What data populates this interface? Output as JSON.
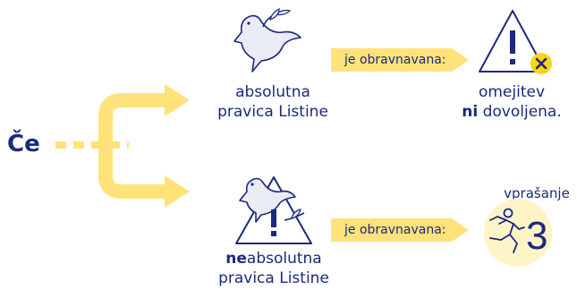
{
  "intro": {
    "ce": "Če"
  },
  "branch_top": {
    "subject_line1": "absolutna",
    "subject_line2": "pravica Listine",
    "arrow_label": "je obravnavana:",
    "outcome_line1": "omejitev",
    "outcome_bold": "ni",
    "outcome_rest": " dovoljena."
  },
  "branch_bottom": {
    "subject_bold": "ne",
    "subject_rest": "absolutna",
    "subject_line2": "pravica Listine",
    "arrow_label": "je obravnavana:",
    "outcome_label": "vprašanje",
    "outcome_number": "3"
  },
  "colors": {
    "navy": "#1a2a7c",
    "yellow": "#ffe27a",
    "accent_yellow": "#ffd417",
    "soft_circle": "#fff4c8"
  },
  "icons": {
    "dove": "dove-icon",
    "warning": "warning-triangle-icon",
    "cross": "cross-badge-icon",
    "runner": "running-person-icon"
  }
}
